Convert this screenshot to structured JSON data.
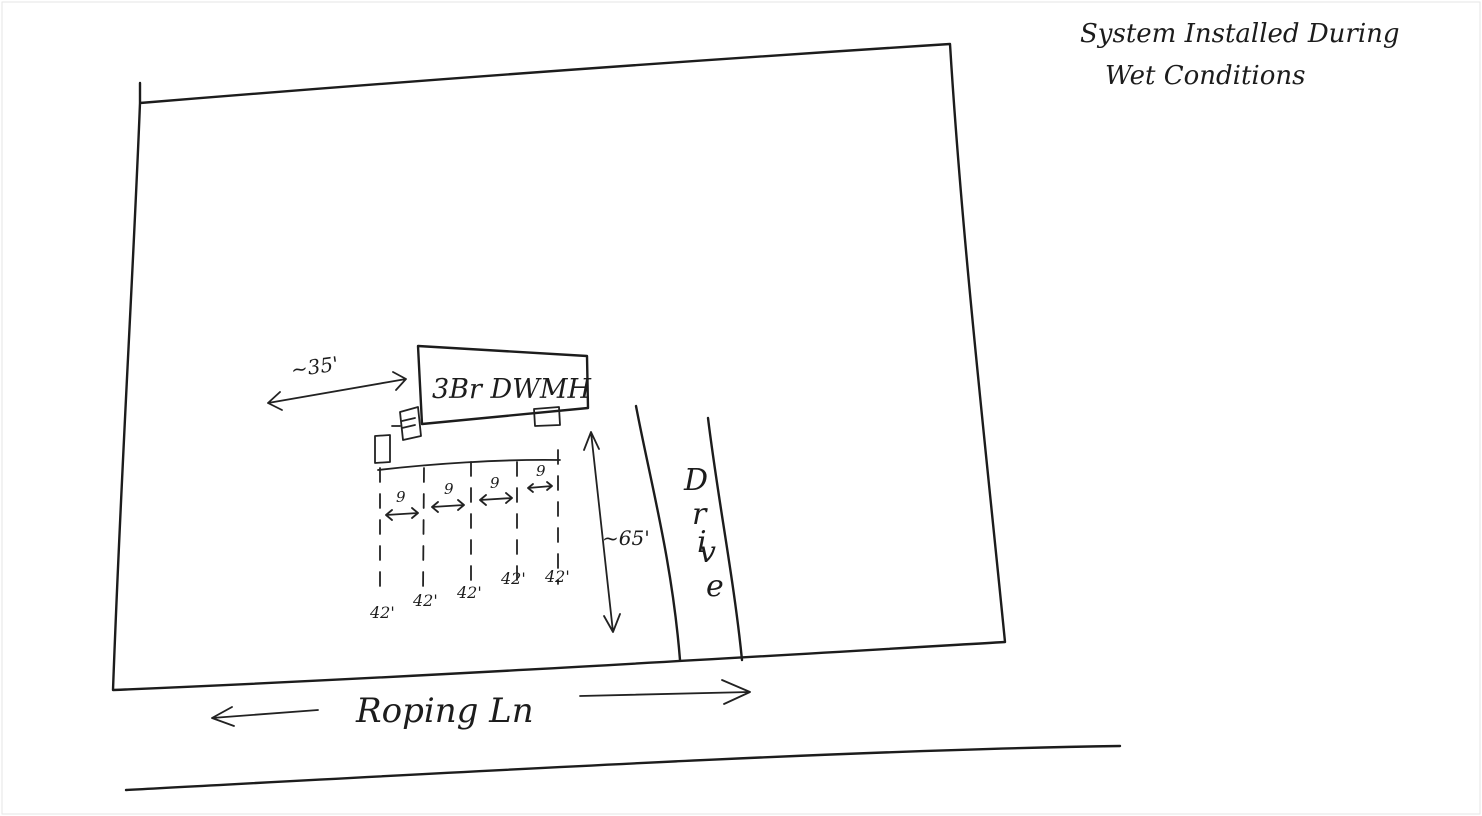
{
  "note": {
    "line1": "System Installed During",
    "line2": "Wet Conditions"
  },
  "house": {
    "label": "3Br DWMH"
  },
  "dimensions": {
    "setback_side": "~35'",
    "setback_road": "~65'",
    "spacing": "9",
    "line_lengths": [
      "42'",
      "42'",
      "42'",
      "42'",
      "42'"
    ]
  },
  "road": {
    "label": "Roping Ln"
  },
  "drive": {
    "letters": [
      "D",
      "r",
      "i",
      "v",
      "e"
    ]
  }
}
